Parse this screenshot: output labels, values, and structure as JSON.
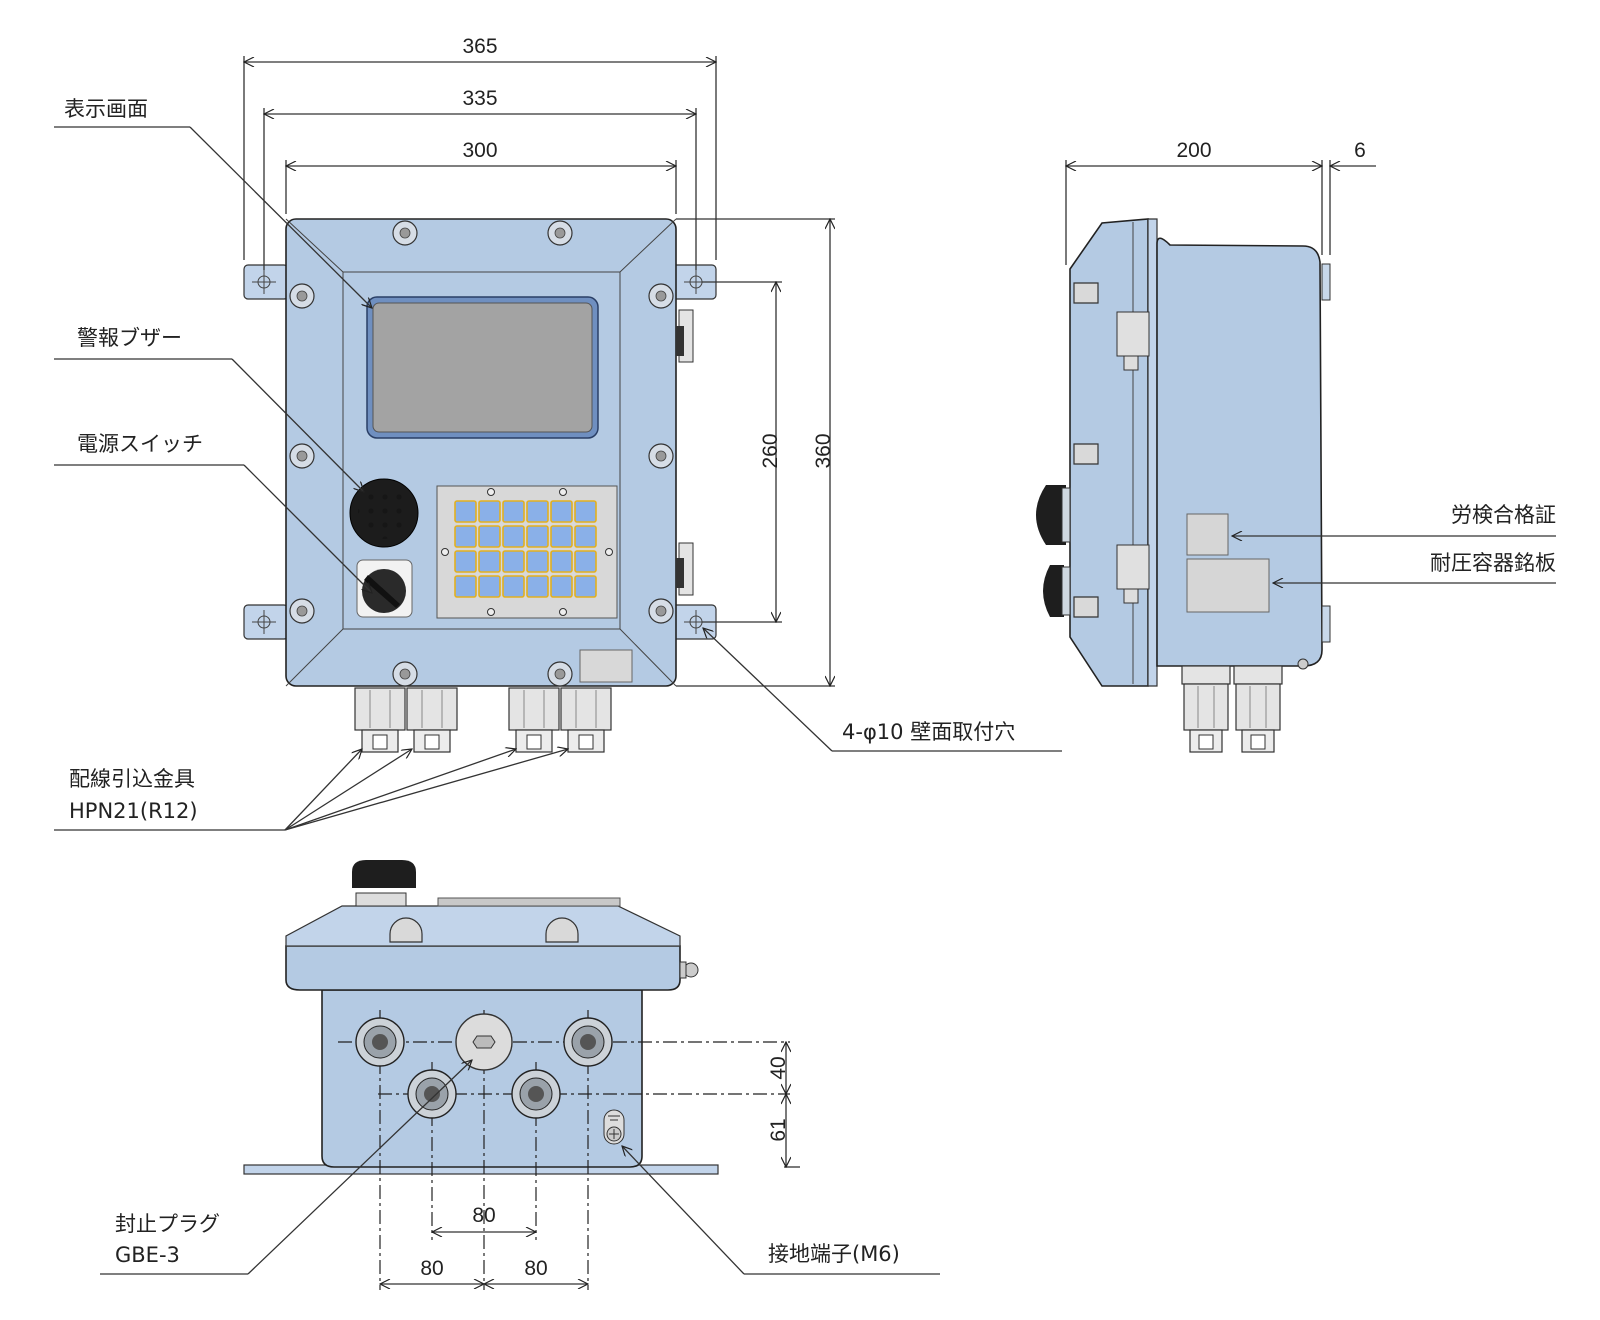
{
  "labels": {
    "display": "表示画面",
    "buzzer": "警報ブザー",
    "power_switch": "電源スイッチ",
    "cable_gland_1": "配線引込金具",
    "cable_gland_2": "HPN21(R12)",
    "wall_holes": "4-φ10 壁面取付穴",
    "inspection_cert": "労検合格証",
    "pressure_plate": "耐圧容器銘板",
    "plug_1": "封止プラグ",
    "plug_2": "GBE-3",
    "ground": "接地端子(M6)"
  },
  "dimensions": {
    "front_w1": "365",
    "front_w2": "335",
    "front_w3": "300",
    "front_h1": "260",
    "front_h2": "360",
    "side_depth": "200",
    "side_thick": "6",
    "bottom_v1": "40",
    "bottom_v2": "61",
    "bottom_h_mid": "80",
    "bottom_h_left": "80",
    "bottom_h_right": "80"
  },
  "colors": {
    "enclosure": "#b4cae3",
    "display": "#a3a3a3",
    "keypad_key": "#8ab0e8",
    "keypad_border": "#e2b020"
  }
}
